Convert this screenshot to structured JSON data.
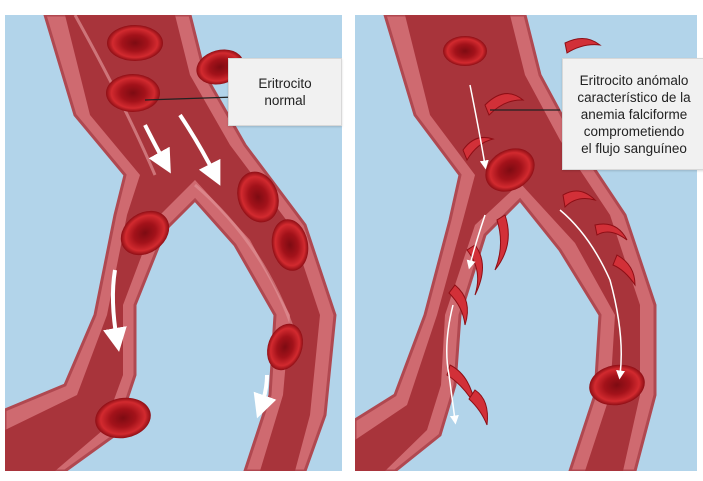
{
  "labels": {
    "normal": {
      "lines": [
        "Eritrocito",
        "normal"
      ]
    },
    "sickle": {
      "lines": [
        "Eritrocito anómalo",
        "característico de la",
        "anemia falciforme",
        "comprometiendo",
        "el flujo sanguíneo"
      ]
    }
  },
  "colors": {
    "background": "#b2d4ea",
    "vessel_wall": "#c9585e",
    "vessel_inner": "#9e2c33",
    "cell": "#c21d25",
    "cell_center": "#8f0f16"
  }
}
